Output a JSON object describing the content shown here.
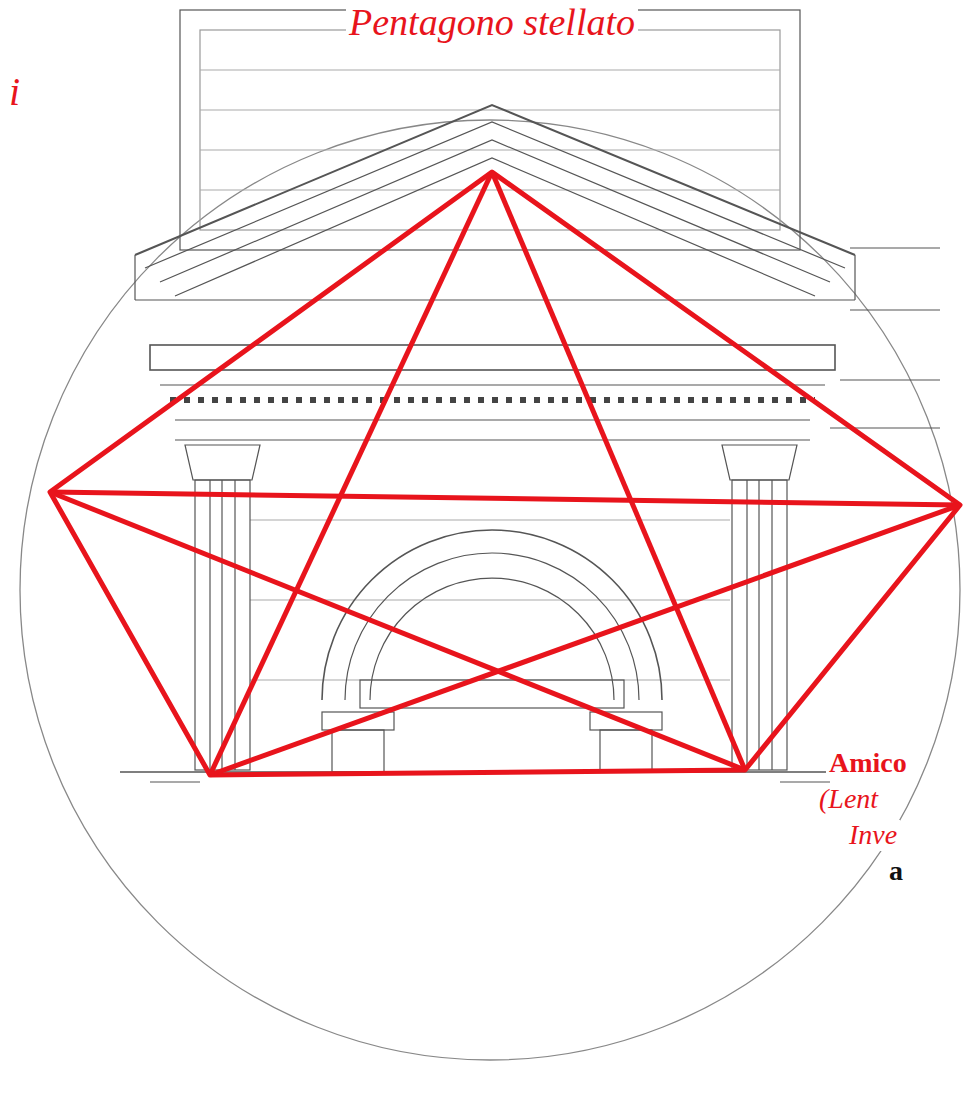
{
  "diagram": {
    "title": "Pentagono stellato",
    "labels": [
      "i",
      "Amico",
      "(Lent",
      "Inve",
      "a"
    ]
  }
}
